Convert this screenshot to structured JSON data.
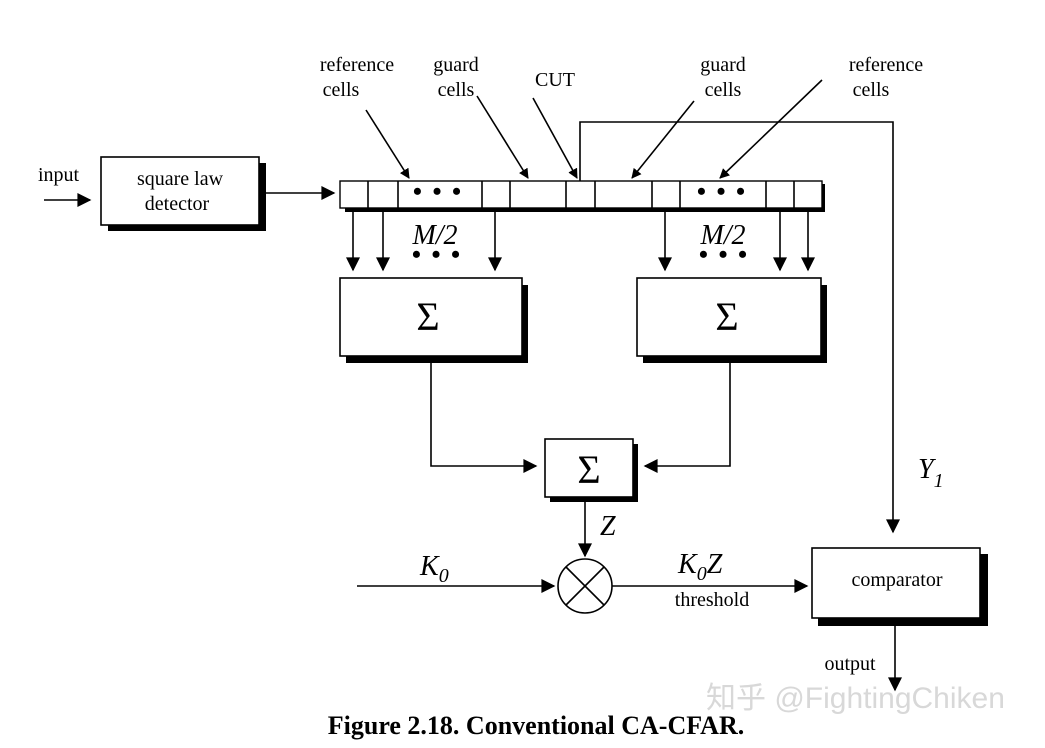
{
  "labels": {
    "input": "input",
    "square_law_line1": "square law",
    "square_law_line2": "detector",
    "ref_cells_left_line1": "reference",
    "ref_cells_left_line2": "cells",
    "guard_cells_left_line1": "guard",
    "guard_cells_left_line2": "cells",
    "cut": "CUT",
    "guard_cells_right_line1": "guard",
    "guard_cells_right_line2": "cells",
    "ref_cells_right_line1": "reference",
    "ref_cells_right_line2": "cells",
    "ellipsis": "• • •",
    "m_half": "M/2",
    "sigma": "Σ",
    "z": "Z",
    "k0_main": "K",
    "k0_sub": "0",
    "k0z_k": "K",
    "k0z_sub": "0",
    "k0z_z": "Z",
    "threshold": "threshold",
    "y1_main": "Y",
    "y1_sub": "1",
    "comparator": "comparator",
    "output": "output"
  },
  "caption": "Figure 2.18. Conventional CA-CFAR.",
  "watermark": "知乎 @FightingChiken"
}
